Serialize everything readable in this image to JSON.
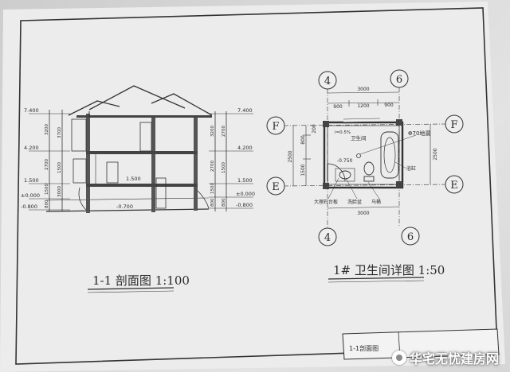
{
  "sheet": {
    "left_title": "1-1 剖面图 1:100",
    "right_title": "1# 卫生间详图  1:50",
    "title_block_text": "1-1剖面图"
  },
  "section": {
    "left_elevations": [
      "7.400",
      "4.200",
      "1.500",
      "±0.000",
      "-0.800"
    ],
    "left_dims": [
      "3200",
      "2700",
      "1500",
      "800"
    ],
    "left_dims_inner": [
      "3700",
      "1500",
      "3000"
    ],
    "right_elevations": [
      "7.400",
      "4.200",
      "1.500",
      "±0.000",
      "-0.800"
    ],
    "right_dims": [
      "3200",
      "2700",
      "1500",
      "800"
    ],
    "right_dims_inner": [
      "2700",
      "1500",
      "800"
    ],
    "interior_labels": [
      "1.500",
      "-0.700"
    ]
  },
  "bathroom": {
    "axis_top": [
      "4",
      "6"
    ],
    "axis_bottom": [
      "4",
      "6"
    ],
    "axis_side_top": "F",
    "axis_side_bottom": "E",
    "dim_total_top": "3000",
    "dim_parts_top": [
      "900",
      "1200",
      "900"
    ],
    "dim_total_bottom": "3000",
    "dim_left": [
      "2500",
      "800",
      "1500",
      "200"
    ],
    "dim_right": "2500",
    "labels": {
      "room": "卫生间",
      "slope": "i=0.5%",
      "floor_drain": "Φ70地漏",
      "level": "-0.750",
      "bathtub": "浴缸",
      "counter": "大理石台板",
      "basin": "洗脸盆",
      "toilet": "马桶"
    }
  },
  "watermark": {
    "text": "华宅无忧建房网",
    "icon": "wechat-icon"
  }
}
